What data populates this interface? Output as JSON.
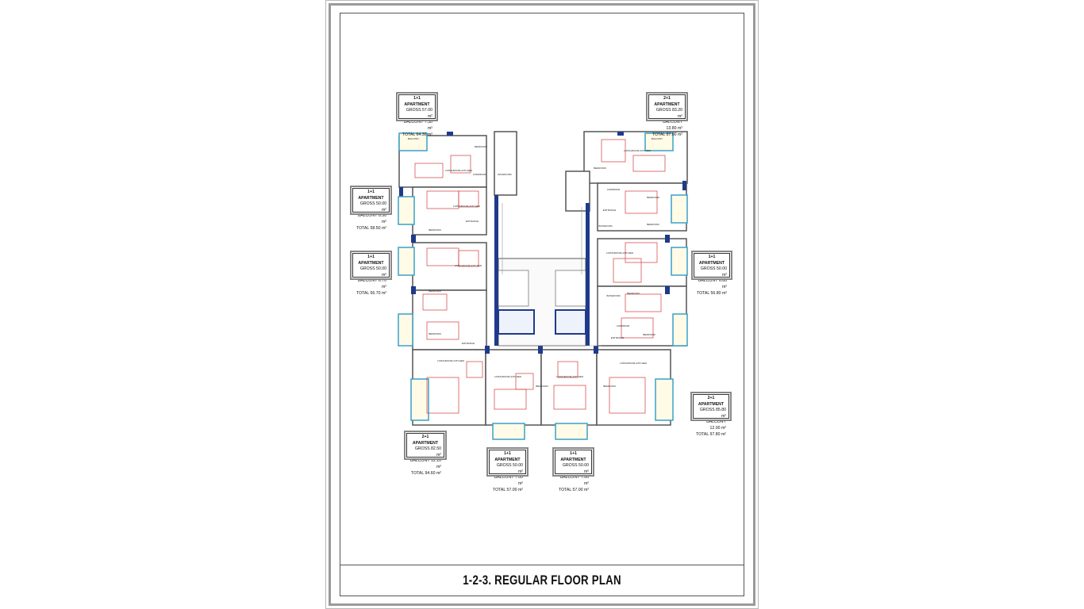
{
  "sheet": {
    "title": "1-2-3. REGULAR FLOOR PLAN"
  },
  "apartments": [
    {
      "type": "1+1 APARTMENT",
      "gross": "GROSS 57.00 m²",
      "balcony": "BALCONY 7.30 m²",
      "total": "TOTAL 64.30 m²"
    },
    {
      "type": "2+1 APARTMENT",
      "gross": "GROSS 83.20 m²",
      "balcony": "BALCONY 13.80 m²",
      "total": "TOTAL 97.00 m²"
    },
    {
      "type": "1+1 APARTMENT",
      "gross": "GROSS 50.00 m²",
      "balcony": "BALCONY 8.50 m²",
      "total": "TOTAL 58.50 m²"
    },
    {
      "type": "1+1 APARTMENT",
      "gross": "GROSS 50.00 m²",
      "balcony": "BALCONY 6.70 m²",
      "total": "TOTAL 56.70 m²"
    },
    {
      "type": "1+1 APARTMENT",
      "gross": "GROSS 50.00 m²",
      "balcony": "BALCONY 6.80 m²",
      "total": "TOTAL 56.80 m²"
    },
    {
      "type": "2+1 APARTMENT",
      "gross": "GROSS 85.80 m²",
      "balcony": "BALCONY 12.00 m²",
      "total": "TOTAL 97.80 m²"
    },
    {
      "type": "2+1 APARTMENT",
      "gross": "GROSS 82.50 m²",
      "balcony": "BALCONY 12.10 m²",
      "total": "TOTAL 94.60 m²"
    },
    {
      "type": "1+1 APARTMENT",
      "gross": "GROSS 50.00 m²",
      "balcony": "BALCONY 7.00 m²",
      "total": "TOTAL 57.00 m²"
    },
    {
      "type": "1+1 APARTMENT",
      "gross": "GROSS 50.00 m²",
      "balcony": "BALCONY 7.00 m²",
      "total": "TOTAL 57.00 m²"
    }
  ],
  "rooms": {
    "living": "LIVINGROOM+KITCHEN",
    "bedroom": "BEDROOM",
    "bathroom": "BATHROOM",
    "corridor": "CORRIDOR",
    "entrance": "ENTRANCE",
    "balcony": "BALCONY"
  }
}
